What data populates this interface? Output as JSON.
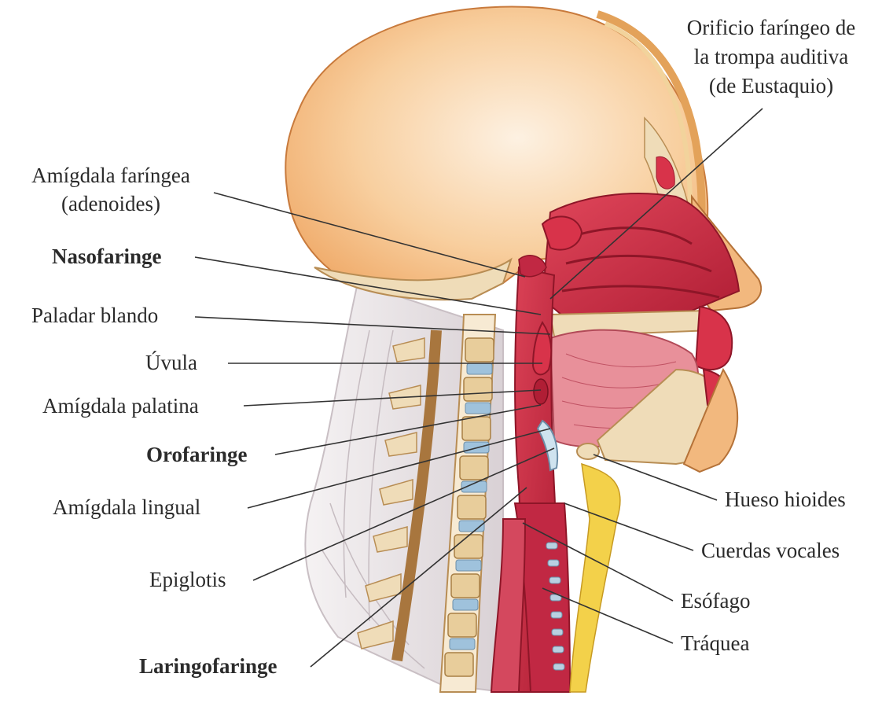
{
  "diagram": {
    "labels": {
      "eustaquio_1": "Orificio faríngeo de",
      "eustaquio_2": "la trompa auditiva",
      "eustaquio_3": "(de Eustaquio)",
      "adenoides_1": "Amígdala faríngea",
      "adenoides_2": "(adenoides)",
      "nasofaringe": "Nasofaringe",
      "paladar": "Paladar blando",
      "uvula": "Úvula",
      "amigdala_palatina": "Amígdala palatina",
      "orofaringe": "Orofaringe",
      "amigdala_lingual": "Amígdala lingual",
      "epiglotis": "Epiglotis",
      "laringofaringe": "Laringofaringe",
      "hueso_hioides": "Hueso hioides",
      "cuerdas_vocales": "Cuerdas vocales",
      "esofago": "Esófago",
      "traquea": "Tráquea"
    },
    "colors": {
      "skin": "#f2b87e",
      "skin_light": "#fbe7d2",
      "mucosa": "#d8334a",
      "mucosa_dark": "#b01e35",
      "bone": "#efdcb8",
      "neck_muscle": "#e9e4e6",
      "fat": "#f3d14a",
      "leader_line": "#333333"
    }
  }
}
